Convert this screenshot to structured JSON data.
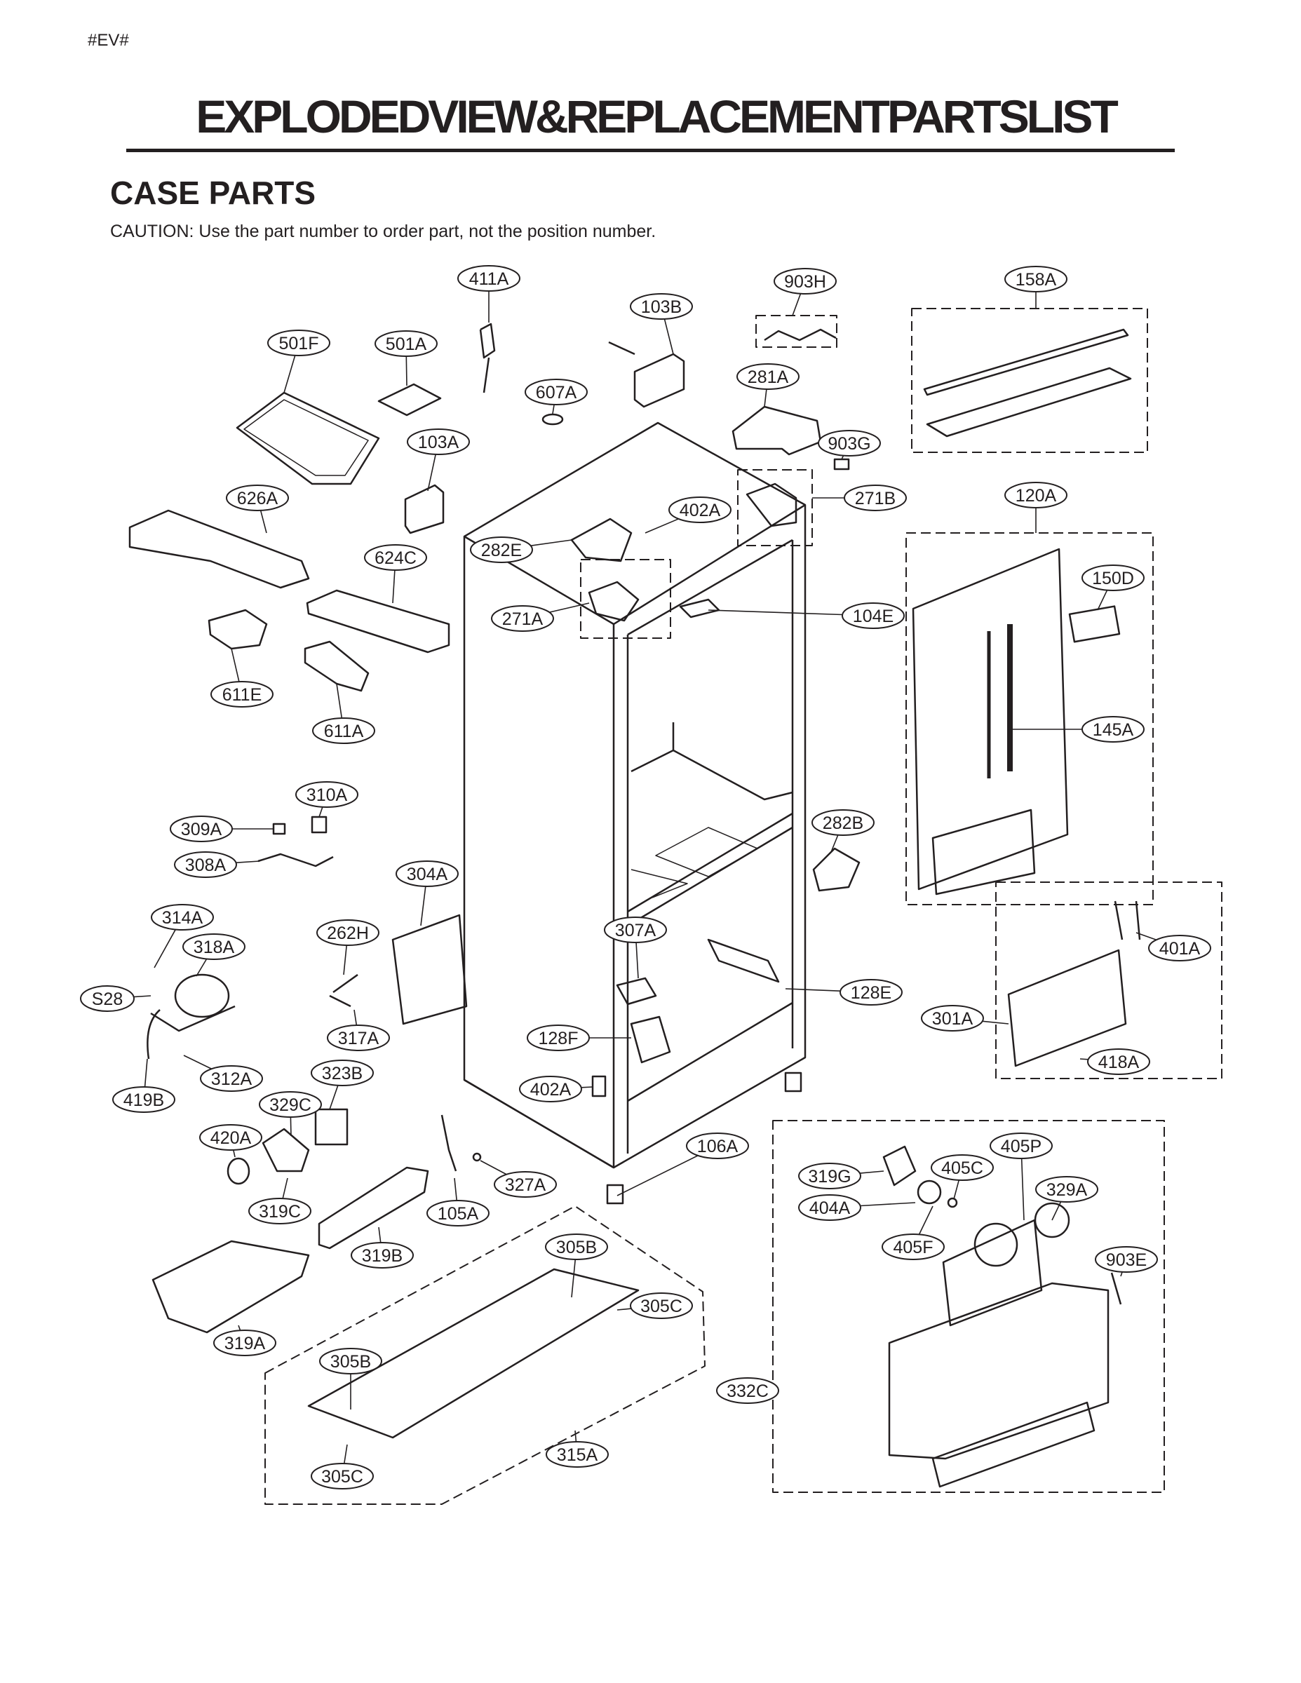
{
  "header": {
    "tag": "#EV#",
    "title": "EXPLODEDVIEW&REPLACEMENTPARTSLIST",
    "subtitle": "CASE PARTS",
    "caution": "CAUTION: Use the part number to order part, not the position number."
  },
  "callouts": [
    {
      "id": "411A"
    },
    {
      "id": "903H"
    },
    {
      "id": "158A"
    },
    {
      "id": "103B"
    },
    {
      "id": "501F"
    },
    {
      "id": "501A"
    },
    {
      "id": "281A"
    },
    {
      "id": "607A"
    },
    {
      "id": "903G"
    },
    {
      "id": "103A"
    },
    {
      "id": "626A"
    },
    {
      "id": "402A"
    },
    {
      "id": "271B"
    },
    {
      "id": "120A"
    },
    {
      "id": "282E"
    },
    {
      "id": "624C"
    },
    {
      "id": "150D"
    },
    {
      "id": "271A"
    },
    {
      "id": "104E"
    },
    {
      "id": "611E"
    },
    {
      "id": "145A"
    },
    {
      "id": "611A"
    },
    {
      "id": "310A"
    },
    {
      "id": "309A"
    },
    {
      "id": "282B"
    },
    {
      "id": "308A"
    },
    {
      "id": "304A"
    },
    {
      "id": "314A"
    },
    {
      "id": "318A"
    },
    {
      "id": "262H"
    },
    {
      "id": "307A"
    },
    {
      "id": "401A"
    },
    {
      "id": "S28"
    },
    {
      "id": "128E"
    },
    {
      "id": "301A"
    },
    {
      "id": "317A"
    },
    {
      "id": "128F"
    },
    {
      "id": "418A"
    },
    {
      "id": "312A"
    },
    {
      "id": "323B"
    },
    {
      "id": "402A"
    },
    {
      "id": "419B"
    },
    {
      "id": "329C"
    },
    {
      "id": "420A"
    },
    {
      "id": "106A"
    },
    {
      "id": "405P"
    },
    {
      "id": "319G"
    },
    {
      "id": "405C"
    },
    {
      "id": "327A"
    },
    {
      "id": "329A"
    },
    {
      "id": "319C"
    },
    {
      "id": "404A"
    },
    {
      "id": "105A"
    },
    {
      "id": "305B"
    },
    {
      "id": "405F"
    },
    {
      "id": "319B"
    },
    {
      "id": "903E"
    },
    {
      "id": "305C"
    },
    {
      "id": "319A"
    },
    {
      "id": "305B"
    },
    {
      "id": "332C"
    },
    {
      "id": "315A"
    },
    {
      "id": "305C"
    }
  ]
}
